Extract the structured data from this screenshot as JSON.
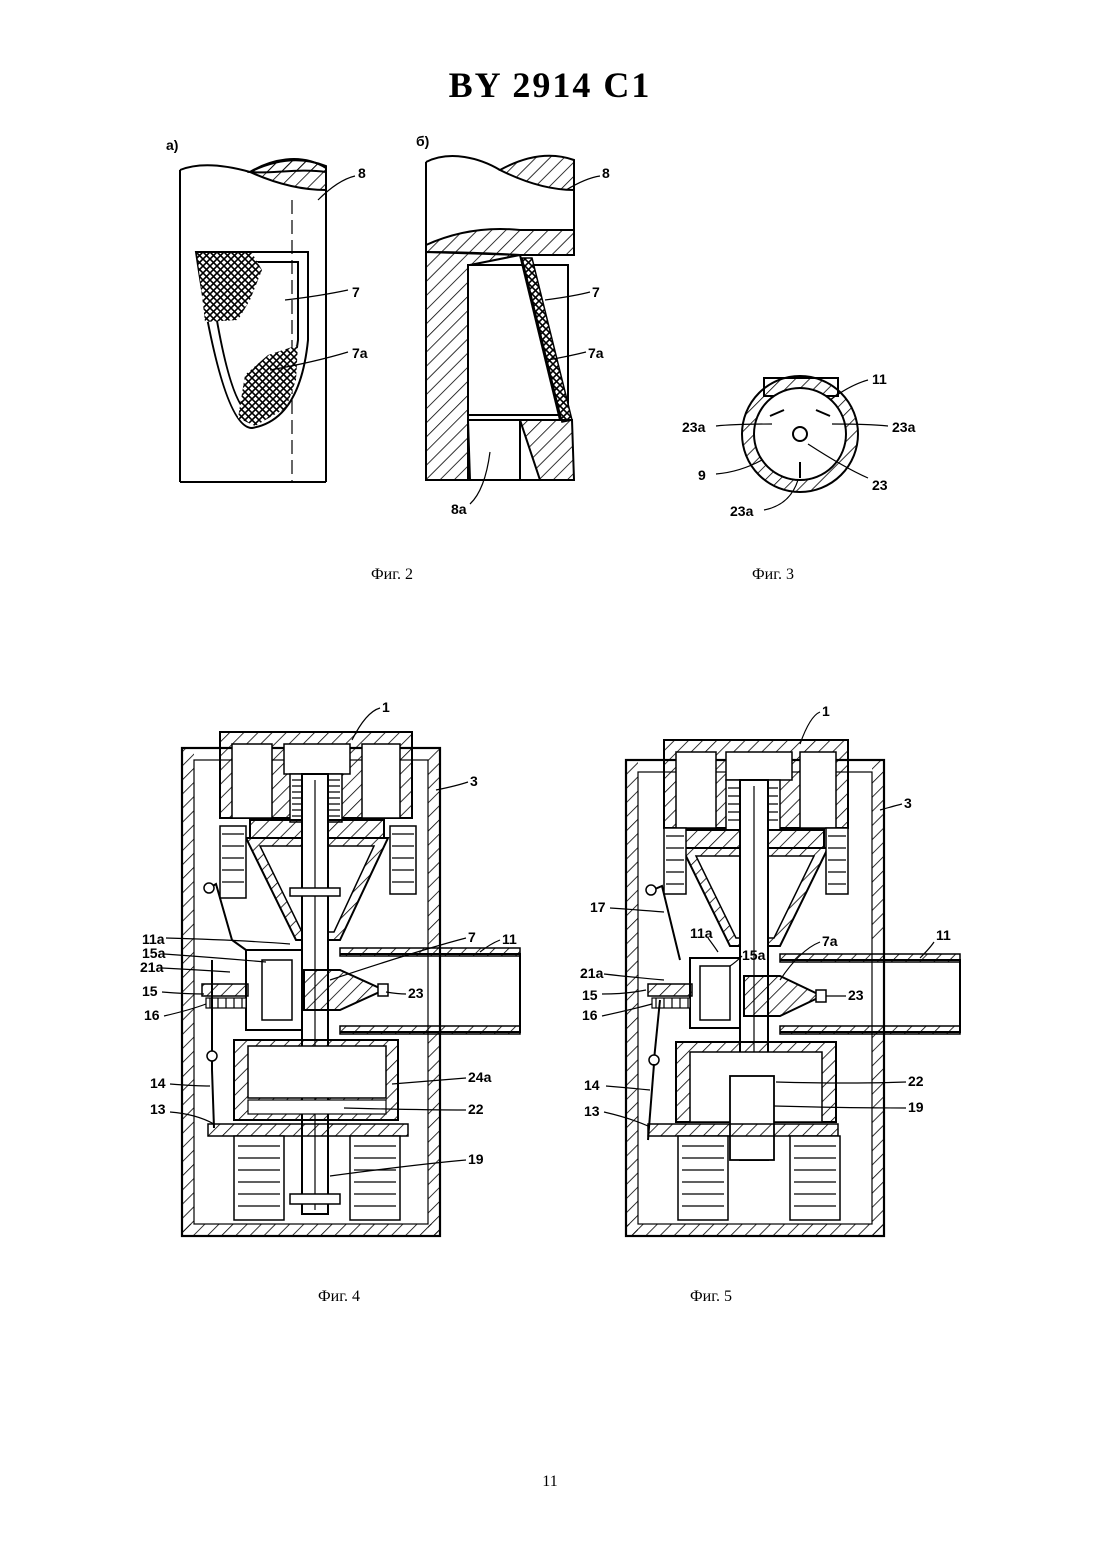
{
  "header": {
    "title": "BY 2914 C1"
  },
  "figures": {
    "fig2": {
      "caption": "Фиг. 2",
      "sub_a": "a)",
      "sub_b": "б)",
      "labels": {
        "l8a": "8",
        "l7a": "7",
        "l7aa": "7a",
        "l8b": "8",
        "l7b": "7",
        "l7ab": "7a",
        "l8ab": "8a"
      }
    },
    "fig3": {
      "caption": "Фиг. 3",
      "labels": {
        "l11": "11",
        "l23a_left": "23a",
        "l23a_right": "23a",
        "l23a_bottom": "23a",
        "l9": "9",
        "l23": "23"
      }
    },
    "fig4": {
      "caption": "Фиг. 4",
      "labels": {
        "l1": "1",
        "l3": "3",
        "l11a": "11a",
        "l15a": "15a",
        "l21a": "21a",
        "l7": "7",
        "l11": "11",
        "l15": "15",
        "l23": "23",
        "l16": "16",
        "l14": "14",
        "l24a": "24a",
        "l13": "13",
        "l22": "22",
        "l19": "19"
      }
    },
    "fig5": {
      "caption": "Фиг. 5",
      "labels": {
        "l1": "1",
        "l3": "3",
        "l17": "17",
        "l11a": "11a",
        "l15a": "15a",
        "l7a": "7a",
        "l11": "11",
        "l21a": "21a",
        "l15": "15",
        "l23": "23",
        "l16": "16",
        "l14": "14",
        "l22": "22",
        "l13": "13",
        "l19": "19"
      }
    }
  },
  "footer": {
    "page_number": "11"
  }
}
